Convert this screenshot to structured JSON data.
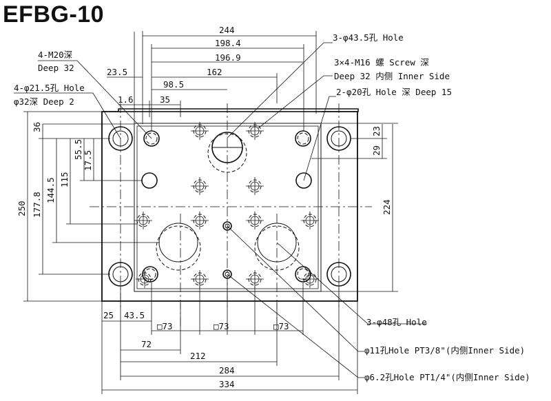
{
  "title": "EFBG-10",
  "dimensions": {
    "top": [
      "244",
      "198.4",
      "196.9",
      "162",
      "98.5",
      "35",
      "1.6",
      "23.5"
    ],
    "bottom": [
      "25",
      "43.5",
      "□73",
      "□73",
      "□73",
      "72",
      "212",
      "284",
      "334"
    ],
    "left": [
      "36",
      "55.5",
      "17.5",
      "115",
      "144.5",
      "177.8",
      "250"
    ],
    "right": [
      "23",
      "29",
      "224"
    ]
  },
  "notes": {
    "m20_line1": "4-M20深",
    "m20_line2": "Deep 32",
    "hole21_line1": "4-φ21.5孔 Hole",
    "hole21_line2": "φ32深 Deep 2",
    "hole43": "3-φ43.5孔 Hole",
    "screw_line1": "3×4-M16 螺 Screw 深",
    "screw_line2": "Deep 32 内侧 Inner Side",
    "hole20": "2-φ20孔 Hole 深 Deep 15",
    "hole48": "3-φ48孔 Hole",
    "hole11": "φ11孔Hole PT3/8\"(内侧Inner Side)",
    "hole6": "φ6.2孔Hole PT1/4\"(内侧Inner Side)"
  }
}
